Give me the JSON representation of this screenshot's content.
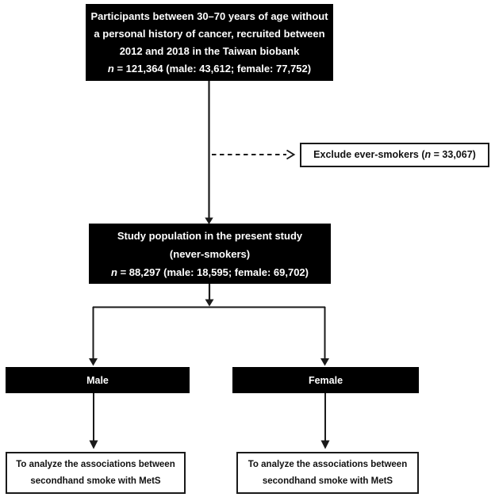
{
  "diagram": {
    "boxes": {
      "participants": {
        "line1": "Participants between 30–70 years of age without",
        "line2": "a personal history of cancer, recruited between",
        "line3": "2012 and 2018 in the Taiwan biobank",
        "stats_n": "n",
        "stats_rest": " = 121,364 (male: 43,612; female: 77,752)"
      },
      "exclude": {
        "text_before": "Exclude ever-smokers (",
        "n": "n",
        "text_after": " = 33,067)"
      },
      "study_population": {
        "line1": "Study population in the present study",
        "line2": "(never-smokers)",
        "stats_n": "n",
        "stats_rest": " = 88,297 (male: 18,595; female: 69,702)"
      },
      "male": {
        "label": "Male"
      },
      "female": {
        "label": "Female"
      },
      "male_analysis": {
        "line1": "To analyze the associations between",
        "line2": "secondhand smoke with MetS"
      },
      "female_analysis": {
        "line1": "To analyze the associations between",
        "line2": "secondhand smoke with MetS"
      }
    },
    "colors": {
      "box_fill": "#000000",
      "box_text": "#ffffff",
      "line": "#1a1a1a",
      "background": "#ffffff"
    }
  }
}
